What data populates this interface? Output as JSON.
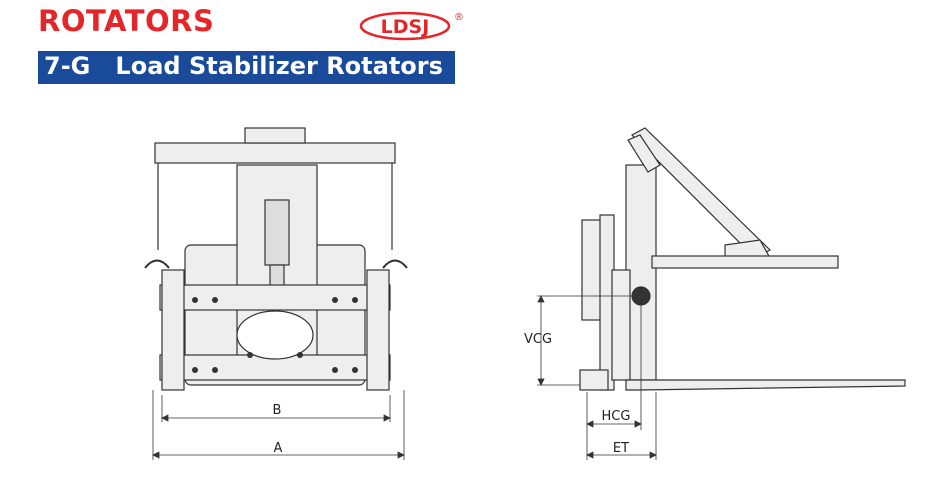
{
  "header": {
    "title": "ROTATORS",
    "subtitle": "7-G   Load Stabilizer Rotators",
    "accent_color": "#e4262b",
    "bar_color": "#1a4a9a"
  },
  "logo": {
    "text": "LDSJ",
    "registered": "®"
  },
  "front_view": {
    "dimension_b": "B",
    "dimension_a": "A"
  },
  "side_view": {
    "dimension_vcg": "VCG",
    "dimension_hcg": "HCG",
    "dimension_et": "ET"
  }
}
